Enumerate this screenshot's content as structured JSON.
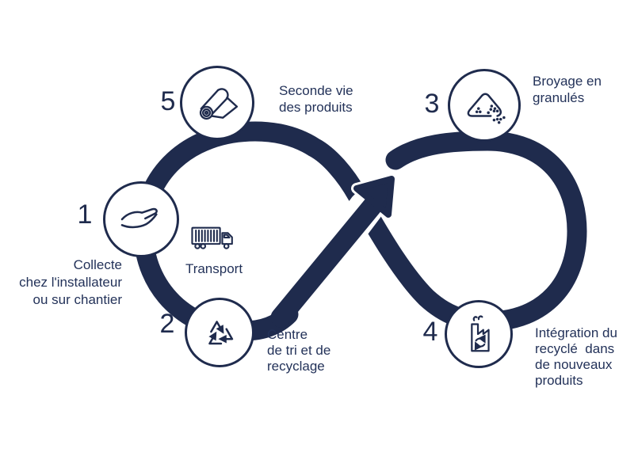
{
  "diagram": {
    "title": "recycling-infinity-loop",
    "background_color": "#ffffff",
    "line_color": "#1f2b4d",
    "text_color": "#233259",
    "steps": [
      {
        "number": "1",
        "label": "Collecte\nchez l'installateur\nou sur chantier",
        "icon": "giving-hand-icon"
      },
      {
        "number": "2",
        "label": "Centre\nde tri et de\nrecyclage",
        "icon": "recycling-arrows-icon"
      },
      {
        "number": "3",
        "label": "Broyage en\ngranulés",
        "icon": "granules-pile-icon"
      },
      {
        "number": "4",
        "label": "Intégration du\nrecyclé  dans\nde nouveaux\nproduits",
        "icon": "factory-icon"
      },
      {
        "number": "5",
        "label": "Seconde vie\ndes produits",
        "icon": "material-roll-icon"
      }
    ],
    "transport": {
      "label": "Transport",
      "icon": "truck-icon"
    }
  }
}
